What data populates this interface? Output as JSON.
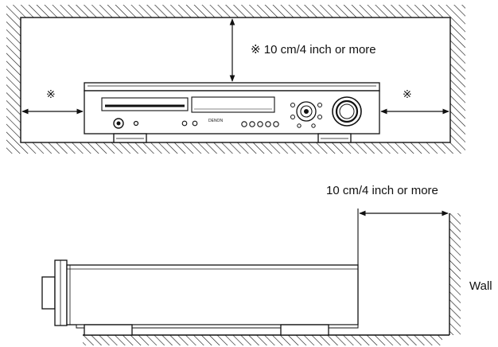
{
  "top_view": {
    "clearance_label": "※ 10 cm/4 inch or more",
    "left_mark": "※",
    "right_mark": "※",
    "brand": "DENON"
  },
  "side_view": {
    "clearance_label": "10 cm/4 inch or more",
    "wall_label": "Wall"
  }
}
